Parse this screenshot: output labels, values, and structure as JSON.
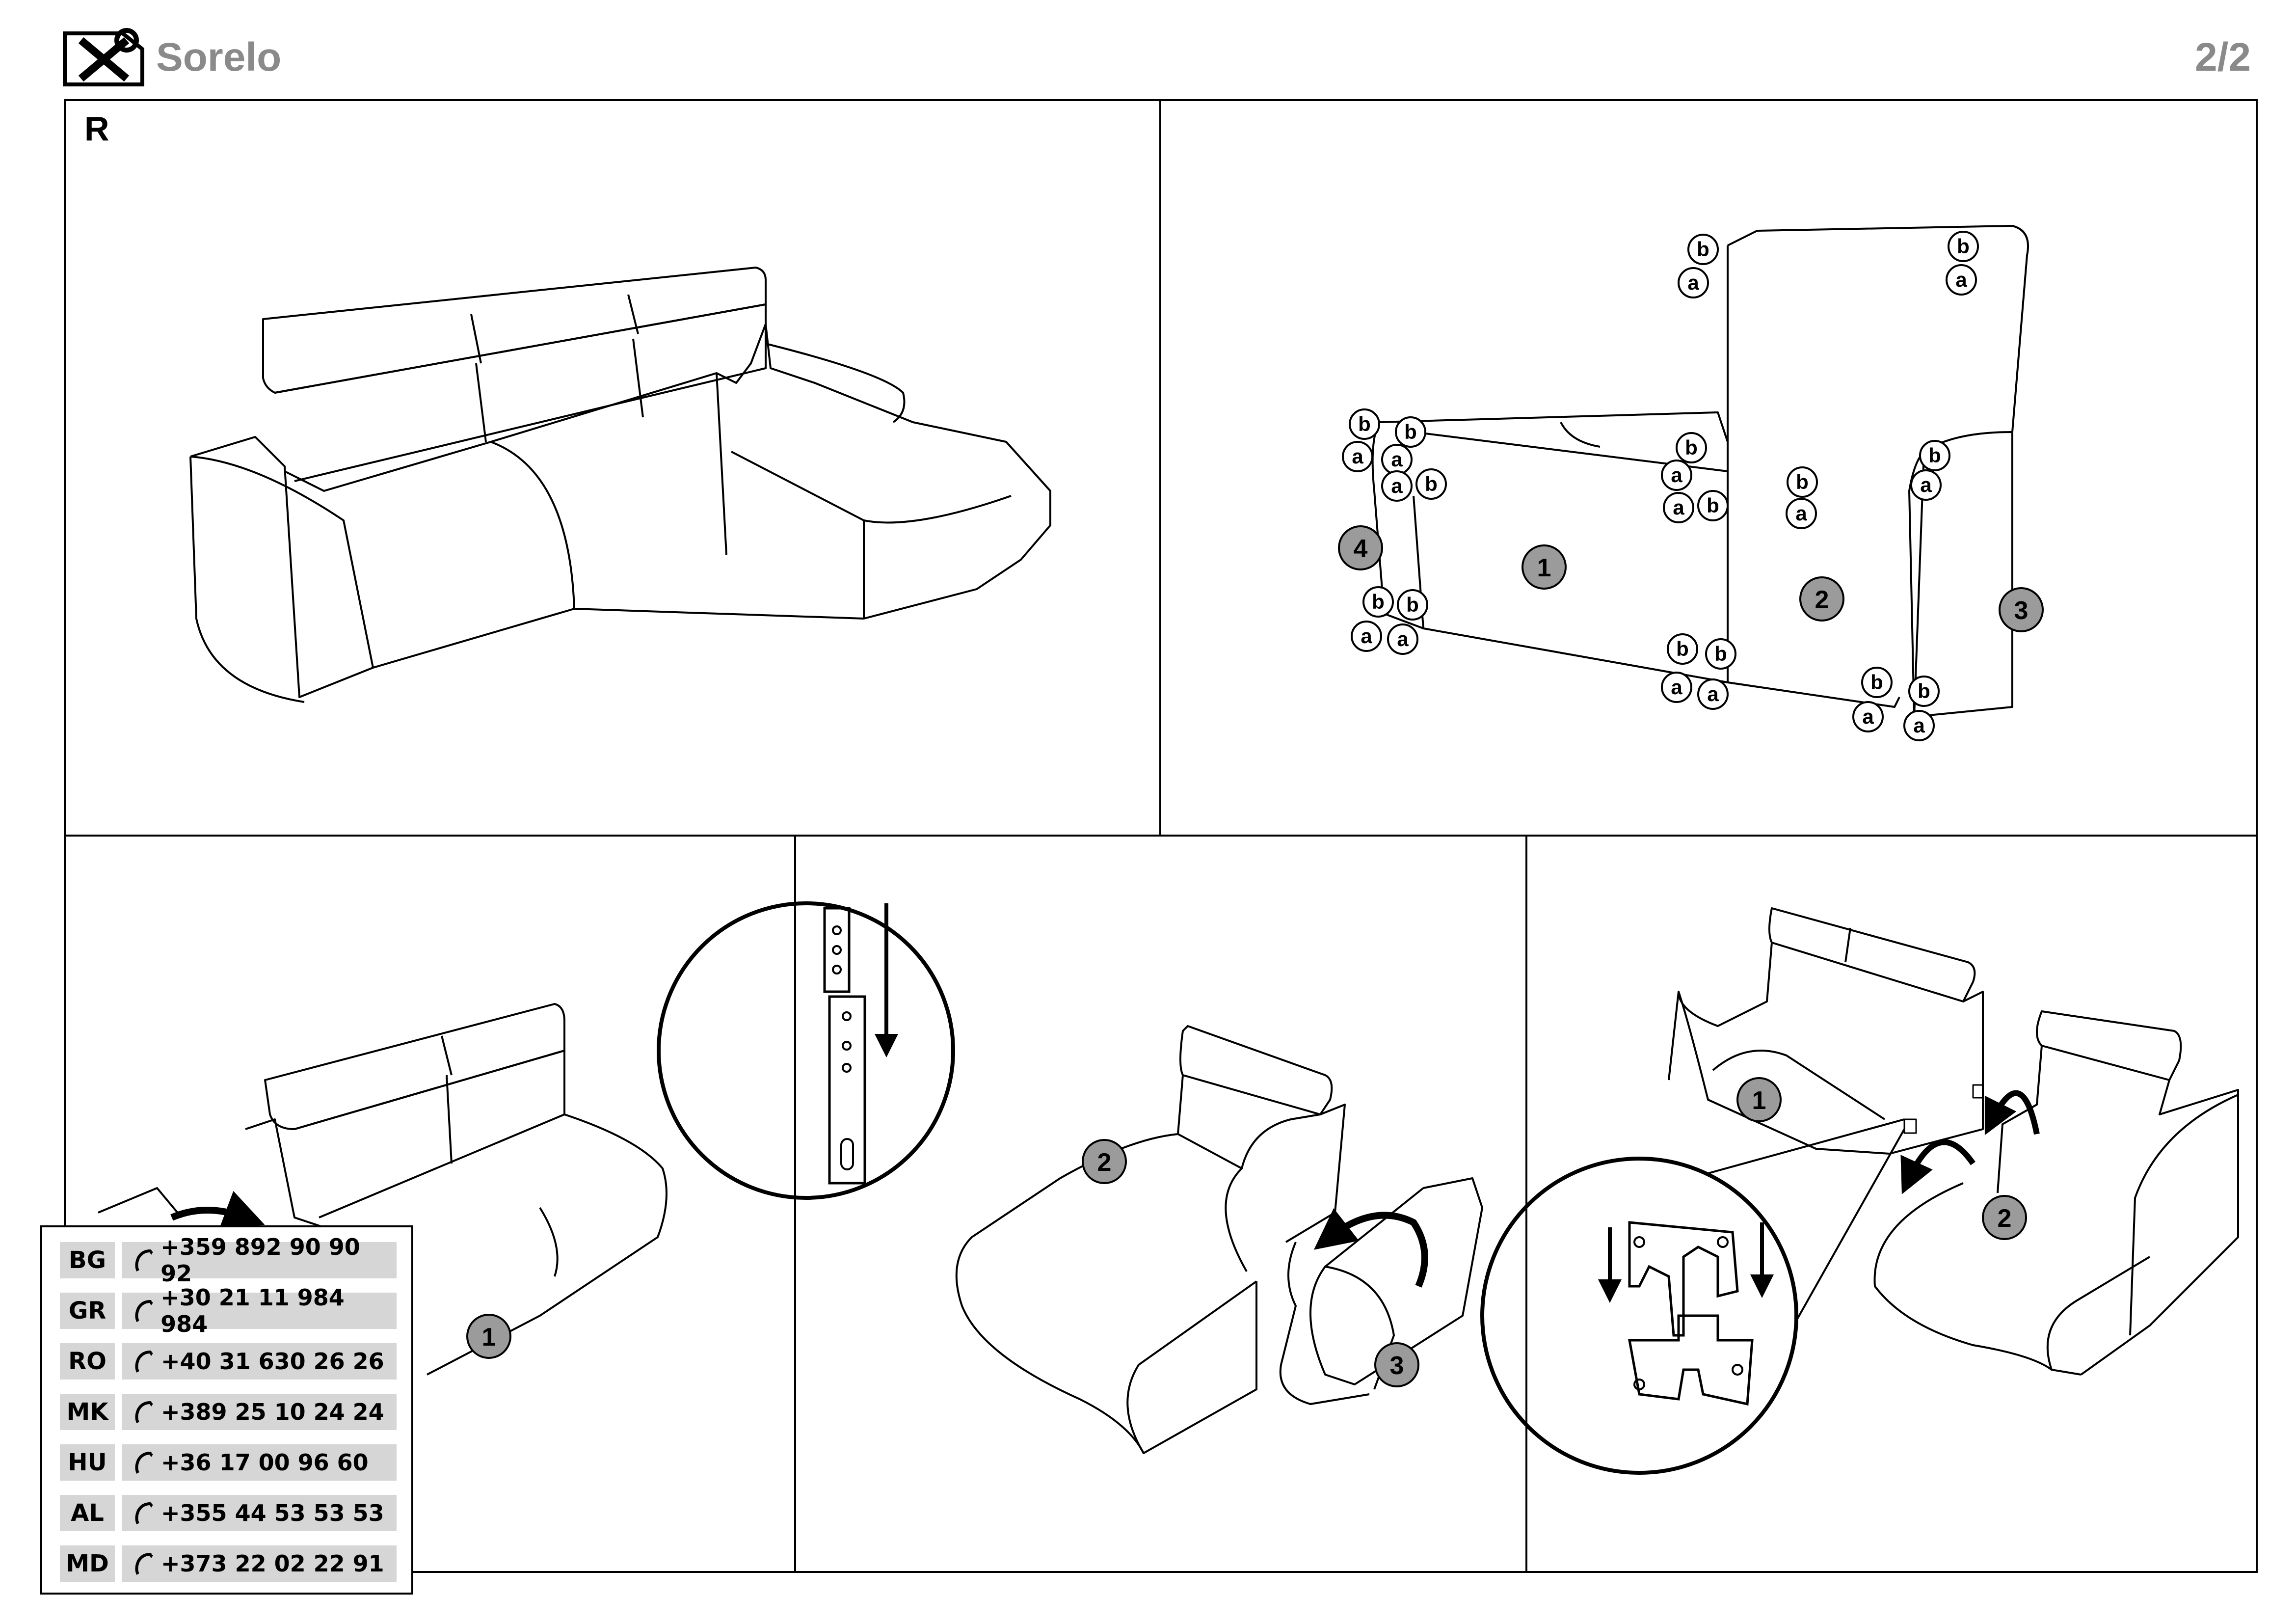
{
  "header": {
    "title": "Sorelo",
    "page": "2/2",
    "logo_icon": "tools-icon"
  },
  "panel_label": "R",
  "parts": {
    "p1": "1",
    "p2": "2",
    "p3": "3",
    "p4": "4",
    "a": "a",
    "b": "b"
  },
  "contacts": [
    {
      "code": "BG",
      "phone": "+359 892 90 90 92"
    },
    {
      "code": "GR",
      "phone": "+30 21 11 984 984"
    },
    {
      "code": "RO",
      "phone": "+40 31 630 26 26"
    },
    {
      "code": "MK",
      "phone": "+389 25 10 24 24"
    },
    {
      "code": "HU",
      "phone": "+36 17 00 96 60"
    },
    {
      "code": "AL",
      "phone": "+355 44 53 53 53"
    },
    {
      "code": "MD",
      "phone": "+373 22 02 22 91"
    }
  ],
  "colors": {
    "badge": "#9b9b9b",
    "title": "#8a8a8a",
    "contact_bg": "#d6d6d6"
  }
}
